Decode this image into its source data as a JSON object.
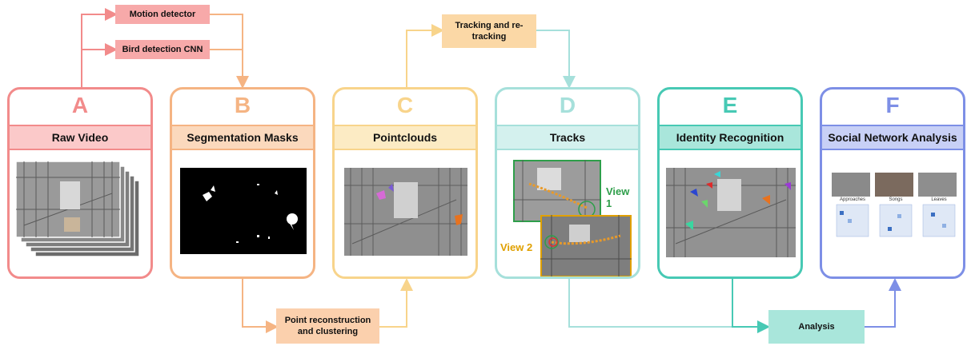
{
  "process_boxes": {
    "motion_detector": "Motion detector",
    "bird_cnn": "Bird detection CNN",
    "tracking": "Tracking and re-tracking",
    "point_reconstruction": "Point reconstruction and clustering",
    "analysis": "Analysis"
  },
  "panels": [
    {
      "letter": "A",
      "title": "Raw Video",
      "color": "#f28b8b",
      "fill": "#fbc9c9"
    },
    {
      "letter": "B",
      "title": "Segmentation Masks",
      "color": "#f5b483",
      "fill": "#fbd9bd"
    },
    {
      "letter": "C",
      "title": "Pointclouds",
      "color": "#f8d48b",
      "fill": "#fcebc4"
    },
    {
      "letter": "D",
      "title": "Tracks",
      "color": "#a6e0db",
      "fill": "#d4f1ee"
    },
    {
      "letter": "E",
      "title": "Identity Recognition",
      "color": "#47c9b4",
      "fill": "#a9e6db"
    },
    {
      "letter": "F",
      "title": "Social Network Analysis",
      "color": "#7d8fe6",
      "fill": "#c8d0f6"
    }
  ],
  "tracks_views": {
    "view1": "View 1",
    "view2": "View 2",
    "view1_color": "#2e9e4a",
    "view2_color": "#e0a000"
  },
  "social_subplots": [
    "Approaches",
    "Songs",
    "Leaves"
  ]
}
